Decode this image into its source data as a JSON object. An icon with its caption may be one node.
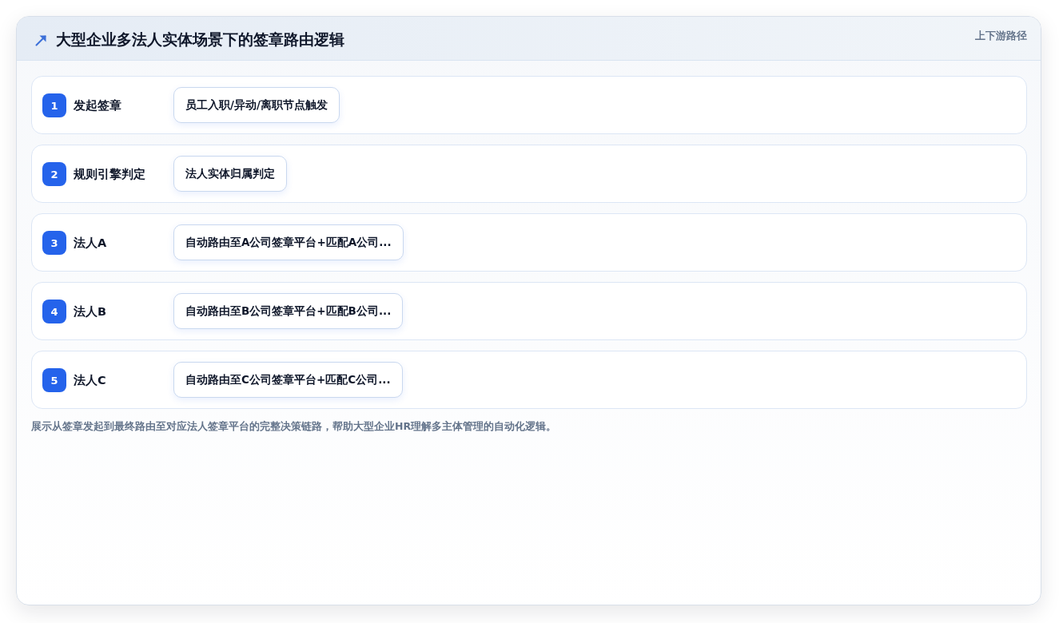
{
  "diagram": {
    "title": "大型企业多法人实体场景下的签章路由逻辑",
    "caption": "展示从签章发起到最终路由至对应法人签章平台的完整决策链路，帮助大型企业HR理解多主体管理的自动化逻辑。",
    "nodes": [
      {
        "text": [
          "发起签章"
        ]
      },
      {
        "text": [
          "1"
        ],
        "in": 0
      },
      {
        "text": [
          "员工入职/异动/离职节点触发"
        ],
        "in": 0
      },
      {
        "text": [
          "规则引擎判定"
        ]
      },
      {
        "text": [
          "2"
        ],
        "in": 3
      },
      {
        "text": [
          "法人实体归属判定"
        ],
        "in": 3
      },
      {
        "text": [
          "法人A"
        ]
      },
      {
        "text": [
          "3"
        ],
        "in": 6
      },
      {
        "text": [
          "自动路由至A公司签章平台+匹配A公司..."
        ],
        "in": 6
      },
      {
        "text": [
          "法人B"
        ]
      },
      {
        "text": [
          "4"
        ],
        "in": 9
      },
      {
        "text": [
          "自动路由至B公司签章平台+匹配B公司..."
        ],
        "in": 9
      },
      {
        "text": [
          "法人C"
        ]
      },
      {
        "text": [
          "5"
        ],
        "in": 12
      },
      {
        "text": [
          "自动路由至C公司签章平台+匹配C公司..."
        ],
        "in": 12
      }
    ],
    "labels": [
      "上下游路径"
    ]
  }
}
